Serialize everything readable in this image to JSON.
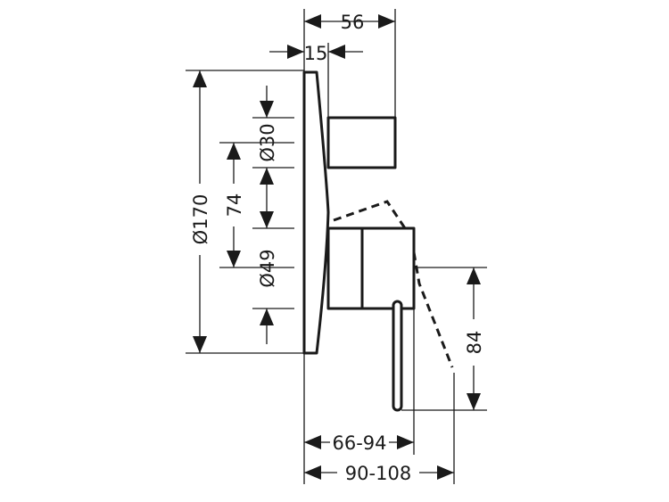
{
  "drawing": {
    "dimensions": {
      "top_width": "56",
      "plate_thickness": "15",
      "plate_diameter": "Ø170",
      "center_distance": "74",
      "upper_knob_diameter": "Ø30",
      "lower_body_diameter": "Ø49",
      "lever_height": "84",
      "projection_short": "66-94",
      "projection_long": "90-108"
    },
    "colors": {
      "line": "#1a1a1a",
      "background": "#ffffff"
    }
  }
}
